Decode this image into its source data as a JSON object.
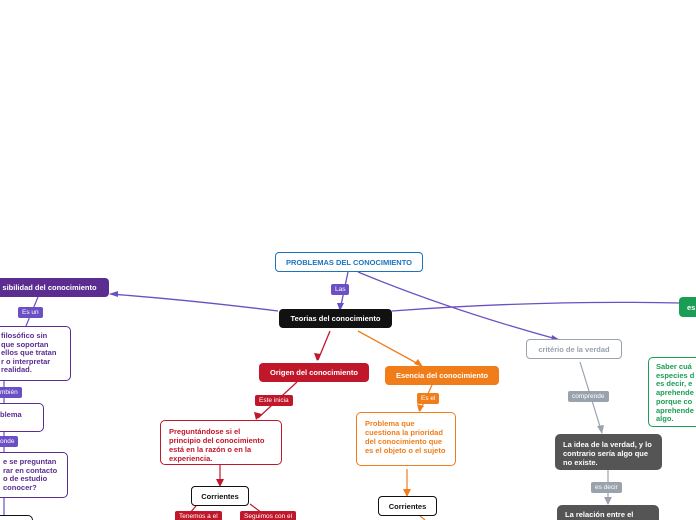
{
  "nodes": {
    "problemas": "PROBLEMAS DEL CONOCIMIENTO",
    "teorias": "Teorias del conocimiento",
    "posibilidad": "sibilidad del conocimiento",
    "filosofico": "filosófico sin\nque soportan\nellos que tratan\nr o interpretar\nrealidad.",
    "problema": "blema",
    "preguntan": "e se preguntan\nrar en contacto\no de estudio\nconocer?",
    "origen": "Origen del conocimiento",
    "esencia": "Esencia del conocimiento",
    "criterio": "critério de la verdad",
    "preguntandose": "Preguntándose si el principio del conocimiento está en la razón o en la experiencia.",
    "corrientes1": "Corrientes",
    "problema_que": "Problema que cuestiona la prioridad del conocimiento que es el objeto o el sujeto",
    "corrientes2": "Corrientes",
    "idea_verdad": "La idea de la verdad, y lo contrario sería algo que no existe.",
    "relacion": "La relación entre el",
    "saber_cuales": "Saber cuá\nespecies d\nes decir, e\naprehende\nporque co\naprehende\nalgo.",
    "es_right": "es"
  },
  "labels": {
    "las": "Las",
    "es_un": "Es un",
    "tambien": "mbién",
    "donde": "onde",
    "este_inicia": "Este inicia",
    "es_el": "Es el",
    "comprende": "comprende",
    "es_decir": "es decir",
    "tenemos": "Tenemos a el",
    "seguimos": "Seguimos con el"
  },
  "colors": {
    "blue": "#1e73be",
    "dark": "#111111",
    "purple": "#5b2d90",
    "purple_label": "#6b4fc4",
    "red": "#c0172b",
    "orange": "#f07d1a",
    "gray": "#9aa3ad",
    "darkgray": "#555555",
    "green": "#1a9e55"
  }
}
